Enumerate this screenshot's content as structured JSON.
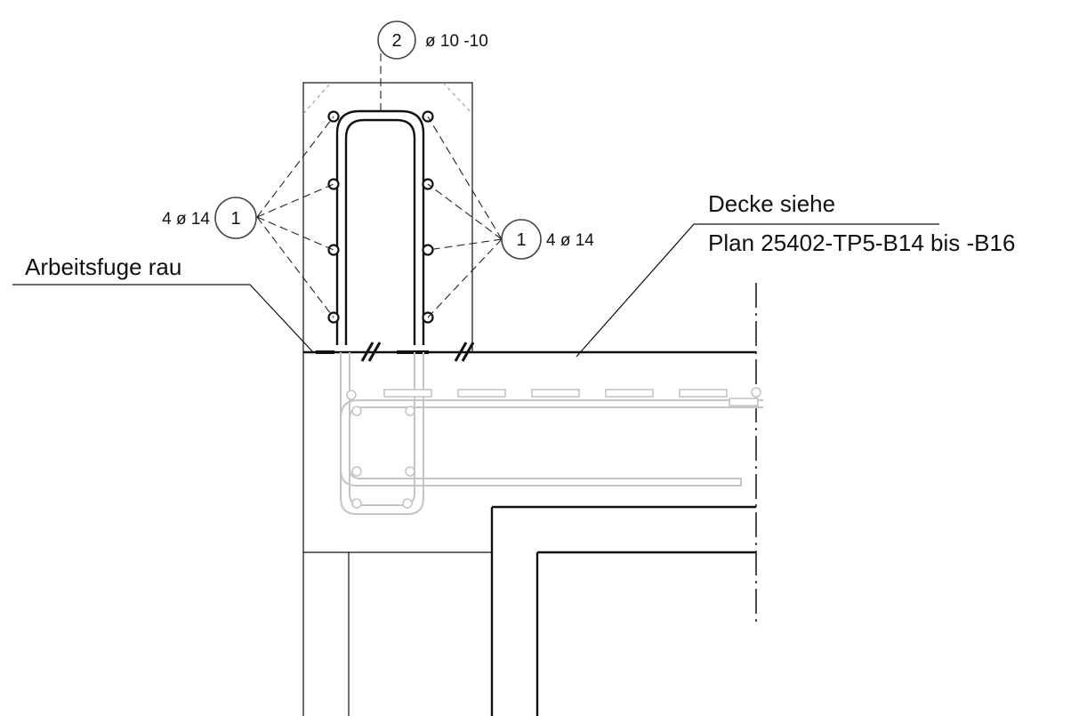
{
  "labels": {
    "bar_mark_top": {
      "number": "2",
      "spec": "ø 10 -10"
    },
    "bar_mark_left": {
      "number": "1",
      "spec": "4 ø 14"
    },
    "bar_mark_right": {
      "number": "1",
      "spec": "4 ø 14"
    },
    "joint_note": "Arbeitsfuge rau",
    "slab_note_line1": "Decke siehe",
    "slab_note_line2": "Plan 25402-TP5-B14 bis -B16"
  },
  "colors": {
    "line": "#111111",
    "ghost": "#c4c4c4",
    "background": "#ffffff"
  }
}
